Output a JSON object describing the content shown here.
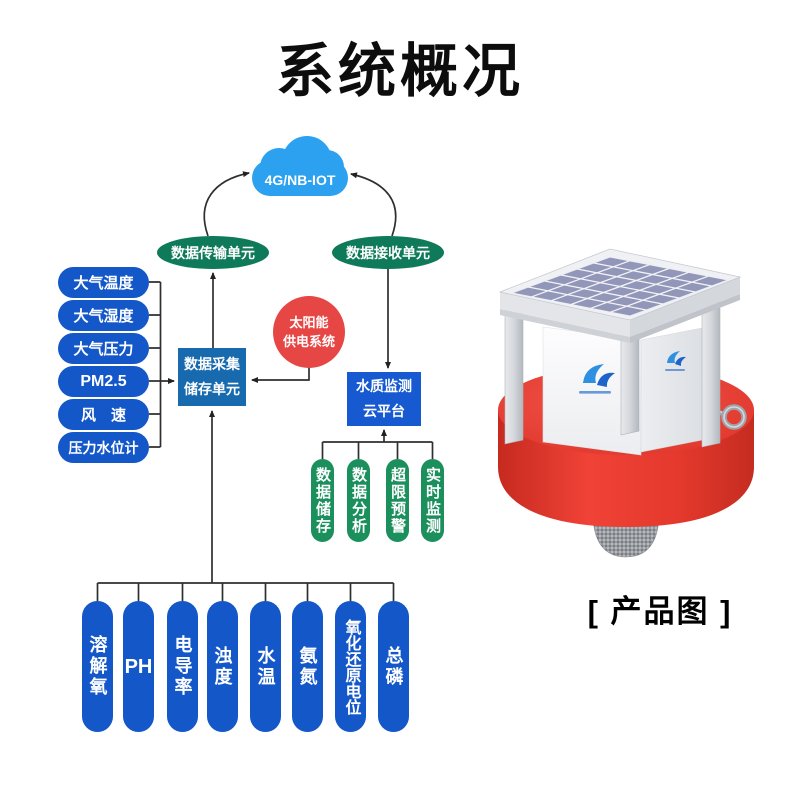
{
  "title": "系统概况",
  "diagram": {
    "cloud": {
      "label": "4G/NB-IOT"
    },
    "transmit_unit": {
      "label": "数据传输单元"
    },
    "receive_unit": {
      "label": "数据接收单元"
    },
    "weather_sensors": [
      "大气温度",
      "大气湿度",
      "大气压力",
      "PM2.5",
      "风　速",
      "压力水位计"
    ],
    "collect_box": {
      "line1": "数据采集",
      "line2": "储存单元"
    },
    "solar": {
      "line1": "太阳能",
      "line2": "供电系统"
    },
    "platform_box": {
      "line1": "水质监测",
      "line2": "云平台"
    },
    "platform_functions": [
      "数据储存",
      "数据分析",
      "超限预警",
      "实时监测"
    ],
    "water_sensors": [
      "溶解氧",
      "PH",
      "电导率",
      "浊度",
      "水温",
      "氨氮",
      "氧化还原电位",
      "总磷"
    ]
  },
  "product": {
    "caption": "[ 产品图 ]"
  },
  "colors": {
    "pill_blue": "#1457c9",
    "oval_green": "#0e7a59",
    "function_green": "#1b8f5c",
    "solar_red": "#e64744",
    "cloud_blue": "#2ba1f0",
    "collect_box_blue": "#186aae",
    "platform_box_blue": "#1759d0",
    "connector": "#2f2f2f",
    "buoy_red": "#e5392d",
    "panel_cell_blue": "#9296b8"
  }
}
